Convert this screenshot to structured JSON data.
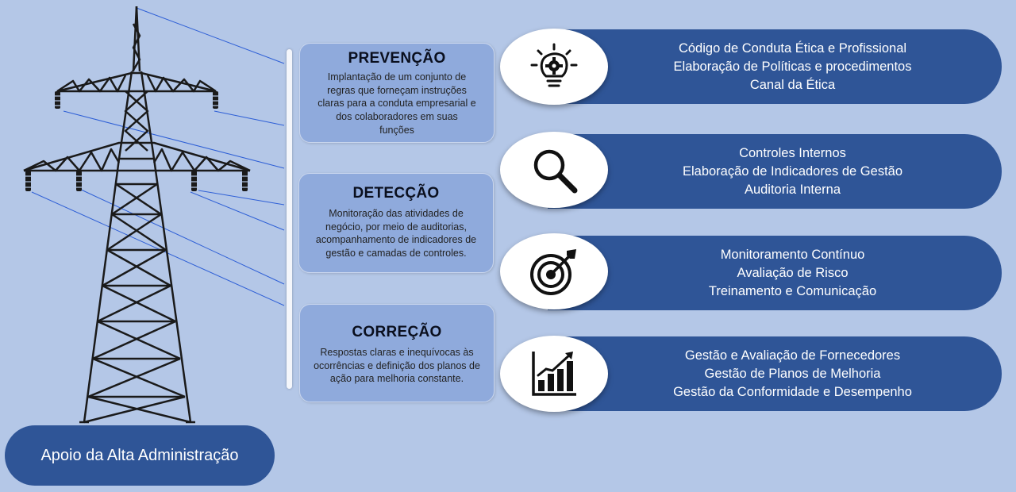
{
  "sections": [
    {
      "title": "PREVENÇÃO",
      "description": "Implantação de um conjunto de\nregras que forneçam instruções\nclaras para a conduta empresarial e\ndos  colaboradores em suas\nfunções",
      "icon": "lightbulb-gear-icon",
      "items": [
        "Código de Conduta Ética e Profissional",
        "Elaboração de Políticas e procedimentos",
        "Canal da Ética"
      ]
    },
    {
      "title": "DETECÇÃO",
      "description": "Monitoração das atividades de\nnegócio, por meio de auditorias,\nacompanhamento de indicadores de\ngestão e camadas de controles.",
      "icon": "magnifier-icon",
      "items": [
        "Controles Internos",
        "Elaboração de Indicadores de Gestão",
        "Auditoria Interna"
      ]
    },
    {
      "title": "CORREÇÃO",
      "description": "Respostas claras e inequívocas às\nocorrências e definição  dos planos de\nação para melhoria constante.",
      "icon": "target-arrow-icon",
      "items": [
        "Monitoramento Contínuo",
        "Avaliação de Risco",
        "Treinamento e Comunicação"
      ]
    },
    {
      "title": "",
      "description": "",
      "icon": "growth-chart-icon",
      "items": [
        "Gestão e Avaliação de Fornecedores",
        "Gestão de Planos de Melhoria",
        "Gestão da Conformidade e Desempenho"
      ]
    }
  ],
  "base_label": "Apoio da Alta Administração",
  "colors": {
    "background": "#b4c7e7",
    "box": "#8faadc",
    "pill": "#2f5597",
    "tower": "#1a1a1a",
    "connector": "#2e5fd6"
  }
}
